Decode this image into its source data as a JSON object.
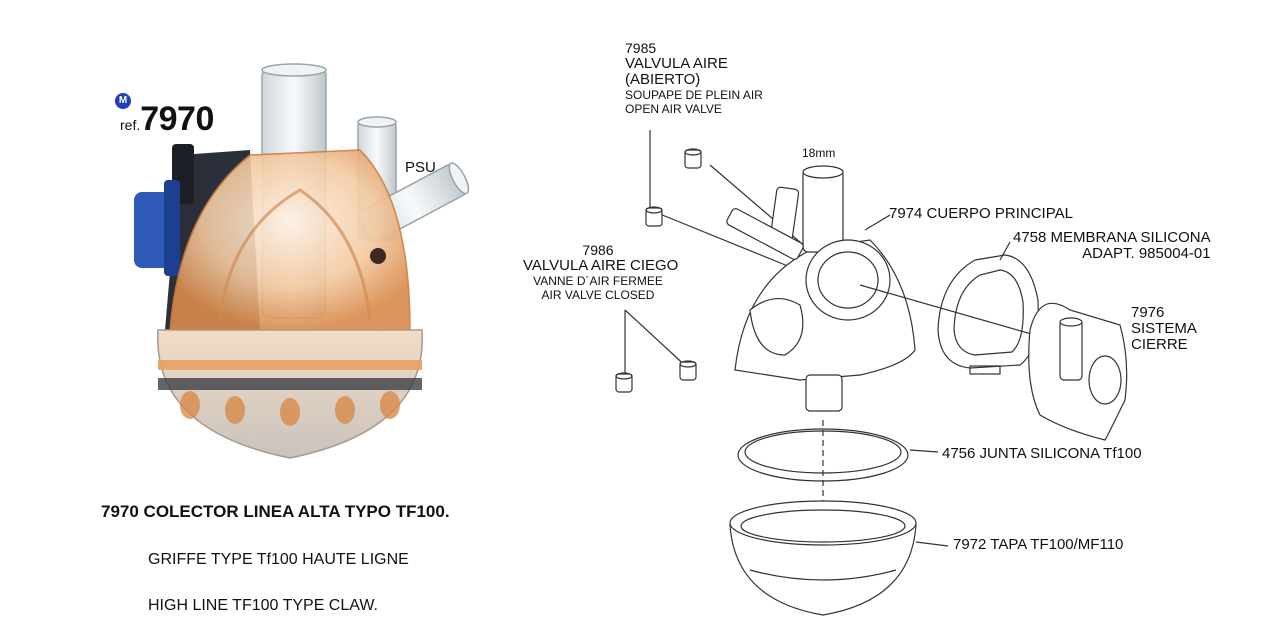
{
  "product": {
    "brand_logo": "M",
    "ref_prefix": "ref.",
    "ref_number": "7970",
    "psu_label": "PSU",
    "title": "7970 COLECTOR LINEA ALTA TYPO TF100.",
    "subtitle_fr": "GRIFFE TYPE Tf100 HAUTE LIGNE",
    "subtitle_en": "HIGH LINE TF100 TYPE CLAW."
  },
  "parts": {
    "open_valve": {
      "code": "7985",
      "line1": "VALVULA AIRE",
      "line2": "(ABIERTO)",
      "line3": "SOUPAPE DE PLEIN AIR",
      "line4": "OPEN AIR VALVE"
    },
    "closed_valve": {
      "code": "7986",
      "line1": "VALVULA AIRE CIEGO",
      "line2": "VANNE D´AIR FERMEE",
      "line3": "AIR VALVE CLOSED"
    },
    "dimension": "18mm",
    "main_body": "7974 CUERPO PRINCIPAL",
    "membrane": {
      "line1": "4758 MEMBRANA SILICONA",
      "line2": "ADAPT. 985004-01"
    },
    "closure": {
      "code": "7976",
      "line1": "SISTEMA",
      "line2": "CIERRE"
    },
    "gasket": "4756 JUNTA SILICONA Tf100",
    "cap": "7972 TAPA TF100/MF110"
  },
  "colors": {
    "logo": "#1f3fb8",
    "amber": "#e9a36a",
    "blue_cap": "#2f5ab8",
    "dark_hose": "#2b2f3a"
  }
}
